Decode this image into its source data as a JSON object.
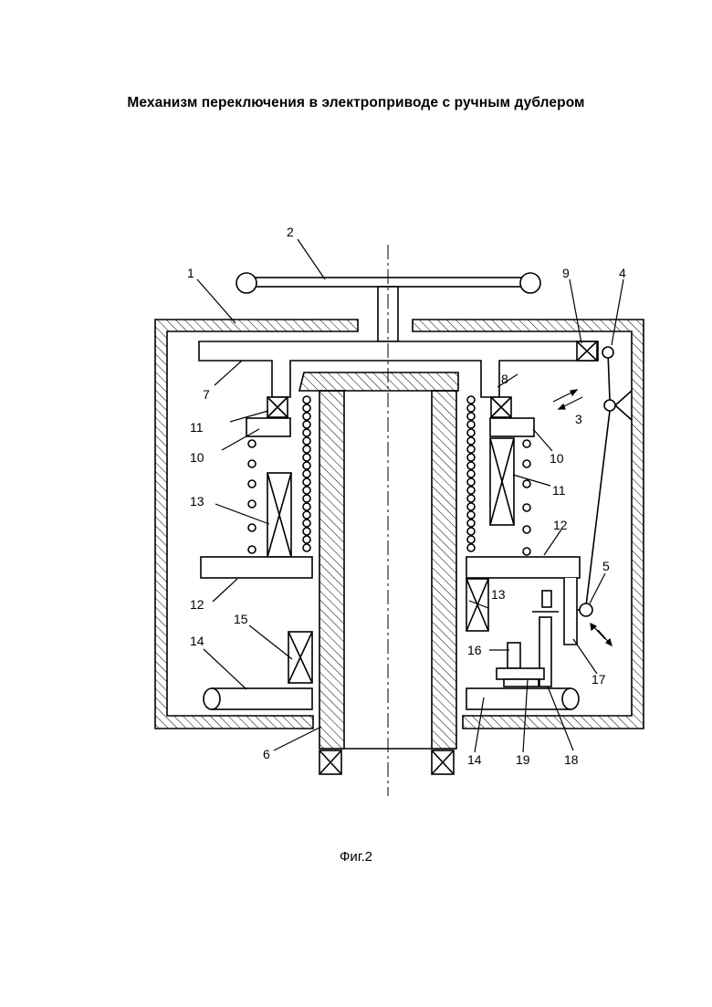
{
  "title": "Механизм переключения в электроприводе с ручным дублером",
  "caption": "Фиг.2",
  "labels": [
    "1",
    "2",
    "3",
    "4",
    "5",
    "6",
    "7",
    "8",
    "9",
    "10",
    "10",
    "11",
    "11",
    "12",
    "12",
    "13",
    "13",
    "14",
    "14",
    "15",
    "16",
    "17",
    "18",
    "19"
  ]
}
